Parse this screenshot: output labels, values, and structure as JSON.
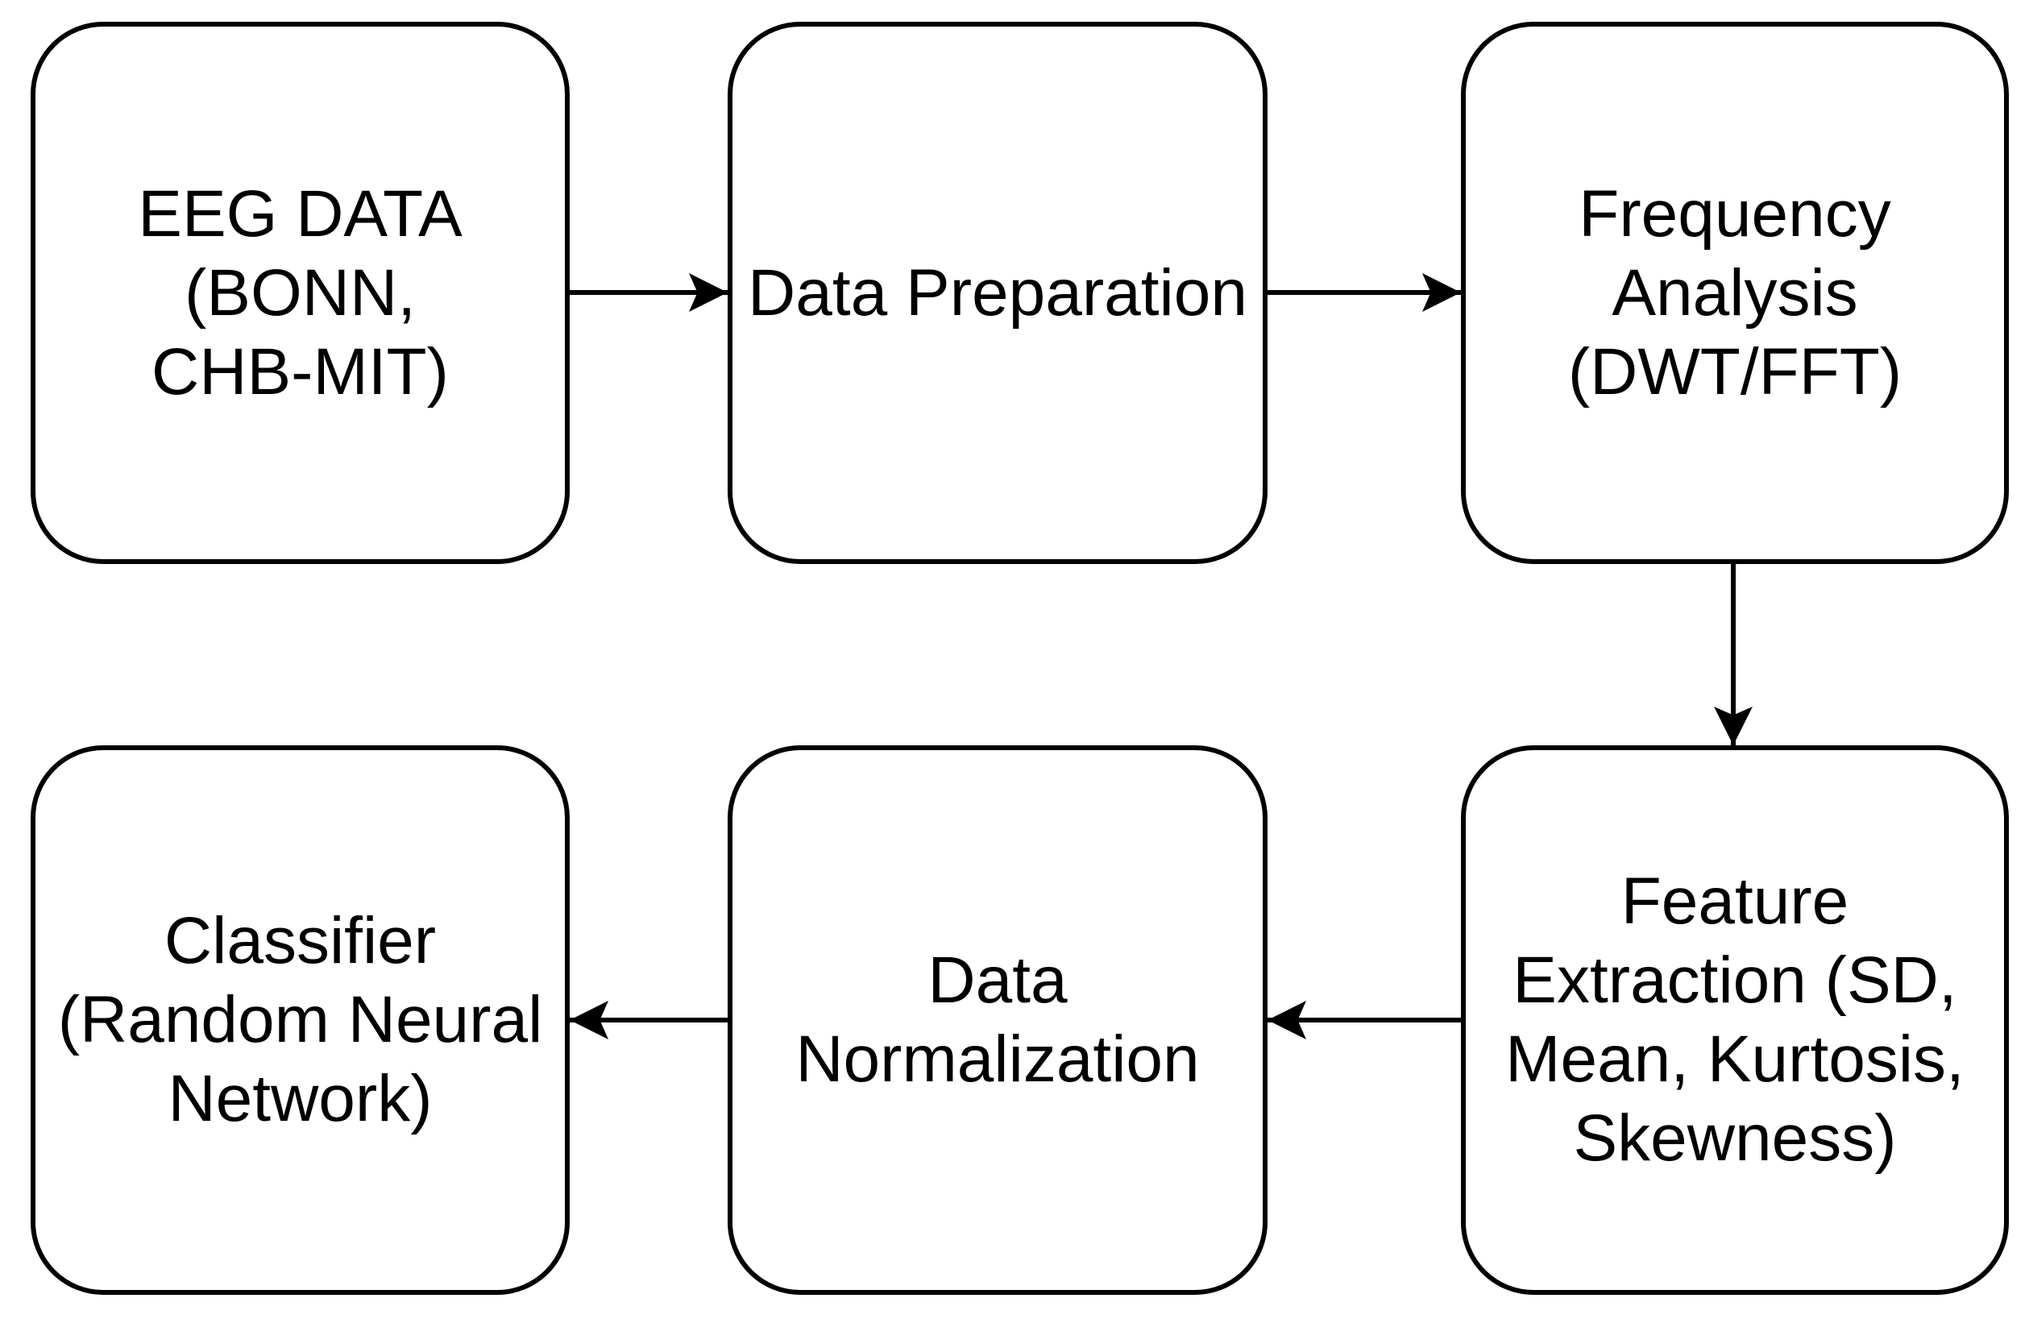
{
  "diagram": {
    "title": "EEG seizure-detection processing pipeline flowchart",
    "background_color": "#ffffff",
    "stroke_color": "#000000",
    "text_color": "#000000",
    "nodes": [
      {
        "id": "eeg-data",
        "label": "EEG DATA (BONN, CHB-MIT)",
        "lines": [
          "EEG DATA",
          "(BONN,",
          "CHB-MIT)"
        ]
      },
      {
        "id": "data-preparation",
        "label": "Data Preparation",
        "lines": [
          "Data Preparation"
        ]
      },
      {
        "id": "frequency-analysis",
        "label": "Frequency Analysis (DWT/FFT)",
        "lines": [
          "Frequency",
          "Analysis",
          "(DWT/FFT)"
        ]
      },
      {
        "id": "feature-extraction",
        "label": "Feature Extraction (SD, Mean, Kurtosis, Skewness)",
        "lines": [
          "Feature",
          "Extraction (SD,",
          "Mean, Kurtosis,",
          "Skewness)"
        ]
      },
      {
        "id": "data-normalization",
        "label": "Data Normalization",
        "lines": [
          "Data",
          "Normalization"
        ]
      },
      {
        "id": "classifier",
        "label": "Classifier (Random Neural Network)",
        "lines": [
          "Classifier",
          "(Random Neural",
          "Network)"
        ]
      }
    ],
    "edges": [
      {
        "from": "eeg-data",
        "to": "data-preparation",
        "direction": "right"
      },
      {
        "from": "data-preparation",
        "to": "frequency-analysis",
        "direction": "right"
      },
      {
        "from": "frequency-analysis",
        "to": "feature-extraction",
        "direction": "down"
      },
      {
        "from": "feature-extraction",
        "to": "data-normalization",
        "direction": "left"
      },
      {
        "from": "data-normalization",
        "to": "classifier",
        "direction": "left"
      }
    ]
  }
}
